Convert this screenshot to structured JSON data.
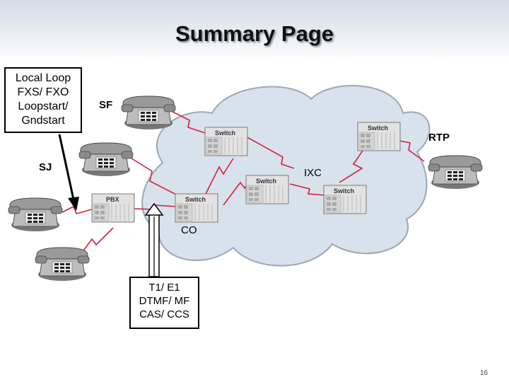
{
  "title": "Summary Page",
  "local_loop_box": {
    "lines": [
      "Local Loop",
      "FXS/ FXO",
      "Loopstart/",
      "Gndstart"
    ]
  },
  "trunk_box": {
    "lines": [
      "T1/ E1",
      "DTMF/ MF",
      "CAS/ CCS"
    ]
  },
  "labels": {
    "sf": "SF",
    "sj": "SJ",
    "rtp": "RTP",
    "ixc": "IXC",
    "co": "CO"
  },
  "devices": {
    "pbx": "PBX",
    "switch_sf": "Switch",
    "switch_rtp": "Switch",
    "switch_ixc_left": "Switch",
    "switch_ixc_right": "Switch",
    "switch_co": "Switch"
  },
  "page_number": "16",
  "colors": {
    "cloud": "#d8e2ec",
    "cloud_outline": "#9aa7b4",
    "link": "#d81e3c",
    "box_border": "#000000"
  }
}
